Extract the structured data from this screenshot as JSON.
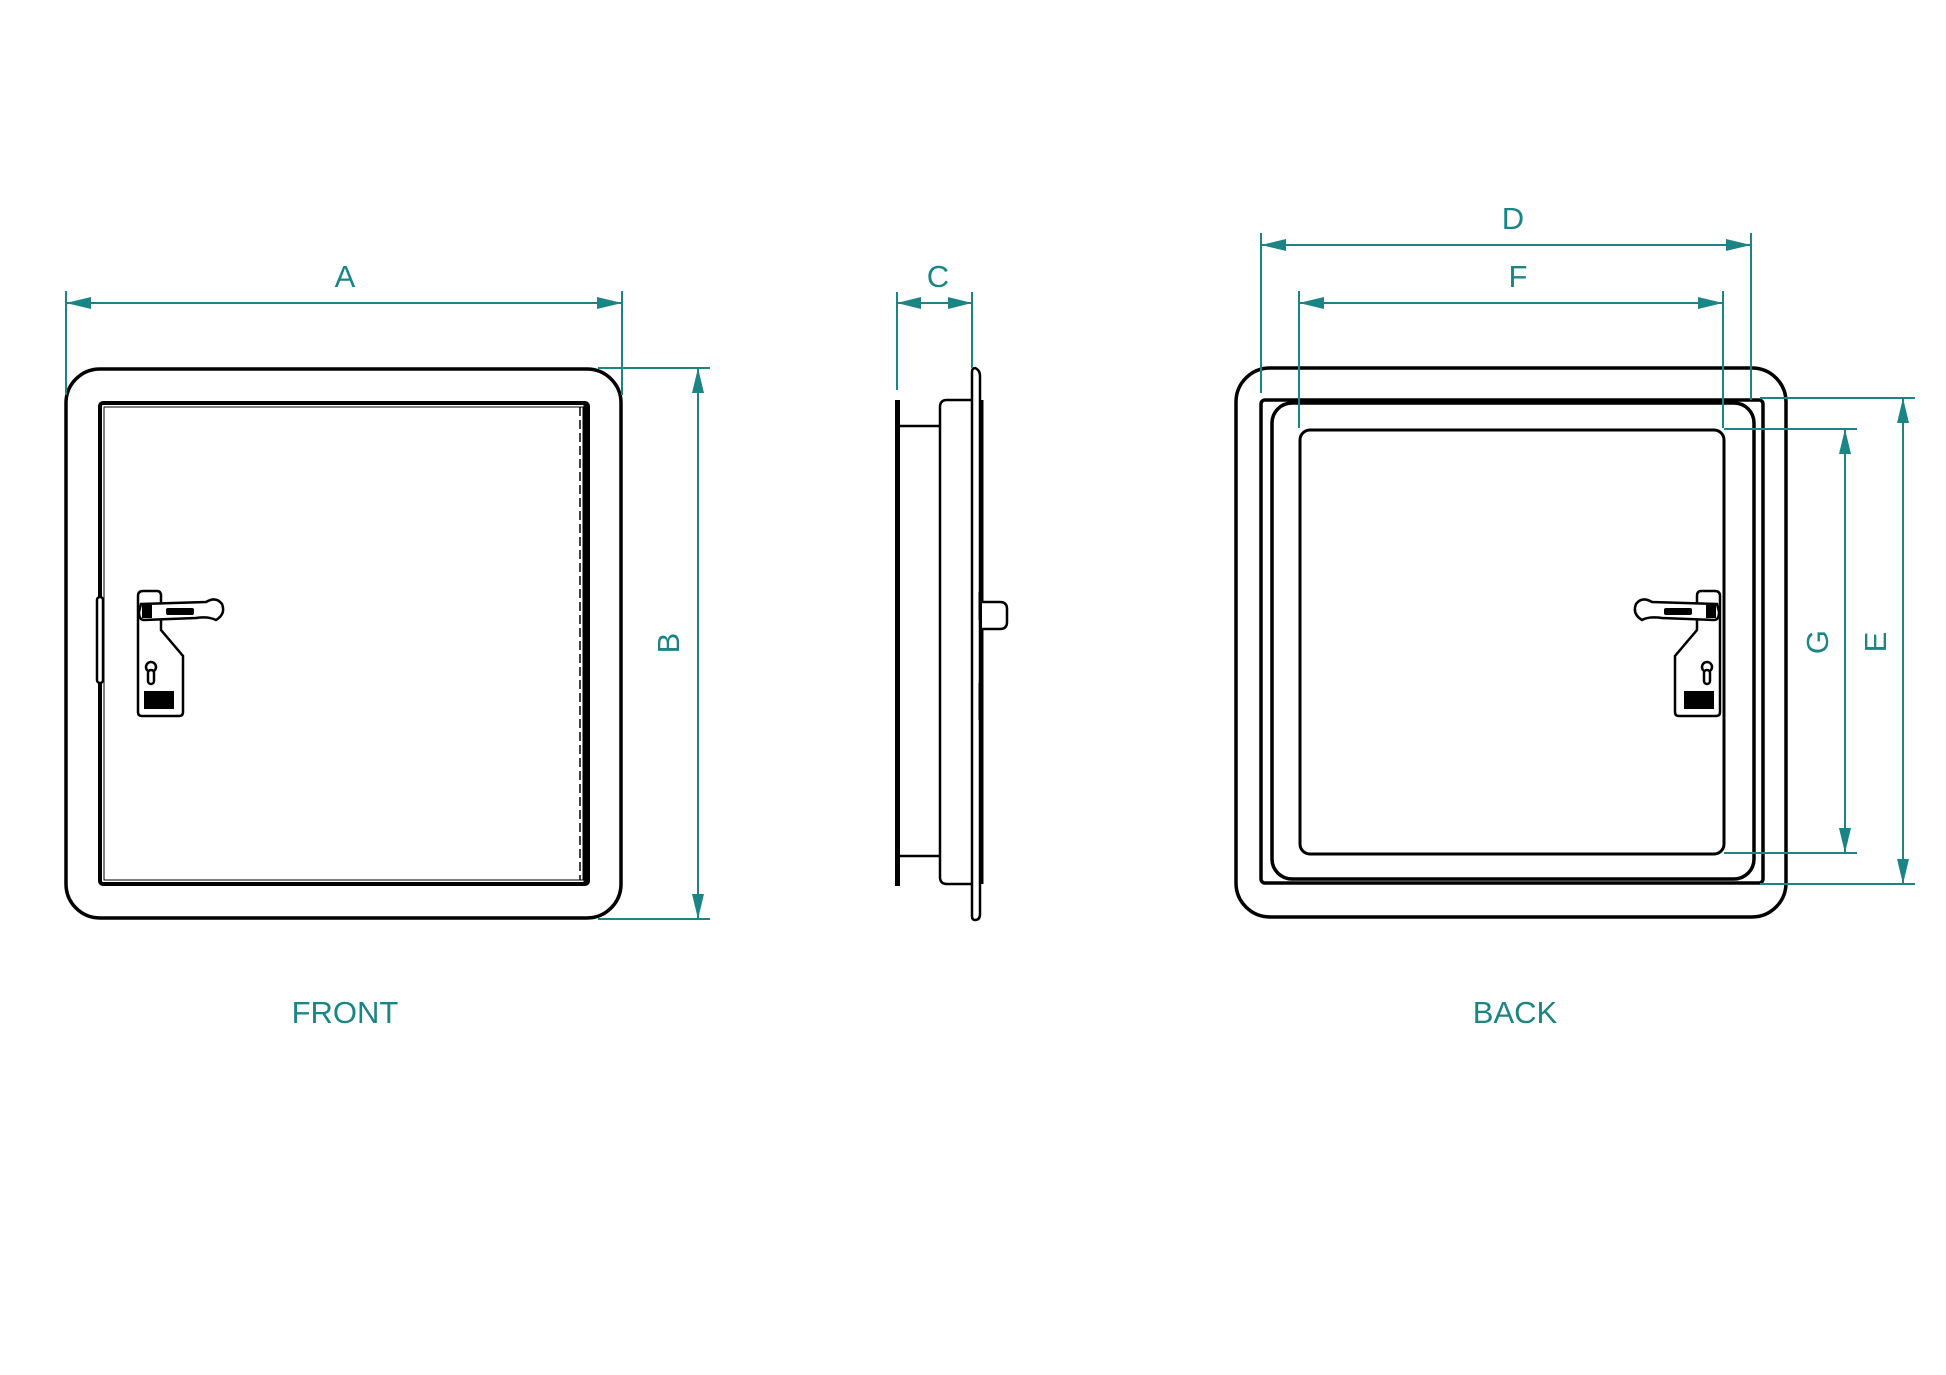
{
  "drawing": {
    "accent_color": "#1b8585",
    "line_color": "#000000",
    "views": {
      "front": {
        "label": "FRONT"
      },
      "side": {
        "label": ""
      },
      "back": {
        "label": "BACK"
      }
    },
    "dimensions": {
      "A": {
        "label": "A",
        "view": "front",
        "orientation": "horizontal",
        "meaning": "overall width"
      },
      "B": {
        "label": "B",
        "view": "front",
        "orientation": "vertical",
        "meaning": "overall height"
      },
      "C": {
        "label": "C",
        "view": "side",
        "orientation": "horizontal",
        "meaning": "depth"
      },
      "D": {
        "label": "D",
        "view": "back",
        "orientation": "horizontal",
        "meaning": "frame width"
      },
      "E": {
        "label": "E",
        "view": "back",
        "orientation": "vertical",
        "meaning": "frame height"
      },
      "F": {
        "label": "F",
        "view": "back",
        "orientation": "horizontal",
        "meaning": "panel width"
      },
      "G": {
        "label": "G",
        "view": "back",
        "orientation": "vertical",
        "meaning": "panel height"
      }
    },
    "icons": {
      "front_latch": "latch-with-keyhole-icon",
      "back_latch": "latch-with-keyhole-icon",
      "hinge": "hinge-icon",
      "side_knob": "knob-icon"
    }
  }
}
